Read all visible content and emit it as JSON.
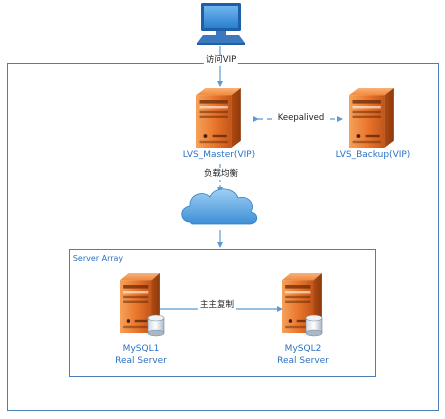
{
  "diagram": {
    "client_edge_label": "访问VIP",
    "lvs_master_label": "LVS_Master(VIP)",
    "lvs_backup_label": "LVS_Backup(VIP)",
    "keepalived_label": "Keepalived",
    "load_balance_label": "负载均衡",
    "server_array_title": "Server Array",
    "replication_label": "主主复制",
    "mysql1_name": "MySQL1",
    "mysql1_role": "Real Server",
    "mysql2_name": "MySQL2",
    "mysql2_role": "Real Server",
    "icons": {
      "client": "computer-icon",
      "lvs_master": "server-icon",
      "lvs_backup": "server-icon",
      "network": "cloud-icon",
      "mysql": "database-server-icon"
    },
    "colors": {
      "accent": "#2a72c4",
      "connector": "#5b9bd5",
      "server_orange": "#e8742a",
      "frame": "#4a7ebb"
    }
  }
}
